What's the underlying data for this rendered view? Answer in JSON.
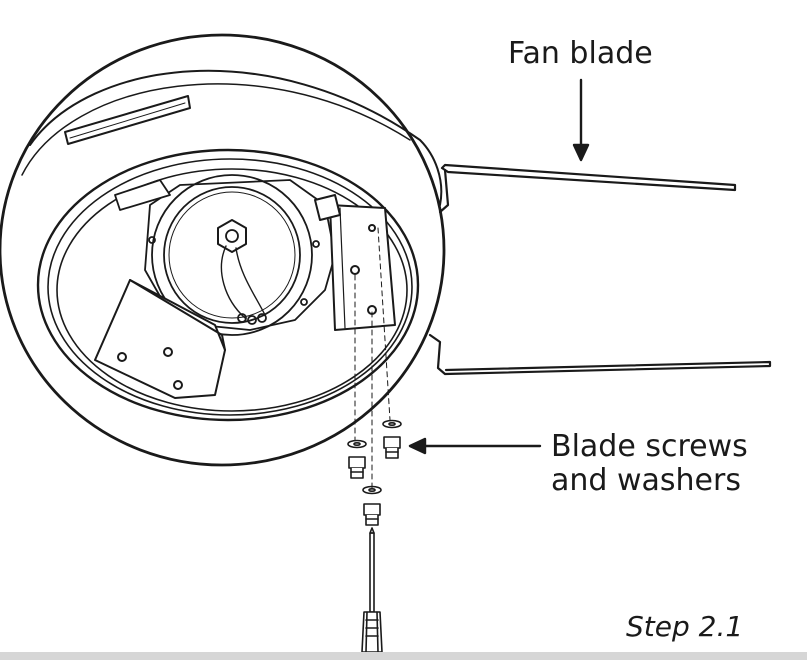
{
  "labels": {
    "fan_blade": "Fan blade",
    "blade_screws_line1": "Blade screws",
    "blade_screws_line2": "and washers",
    "step": "Step 2.1"
  },
  "colors": {
    "line": "#1a1a1a",
    "background": "#ffffff",
    "footer_bar": "#d6d6d6"
  }
}
